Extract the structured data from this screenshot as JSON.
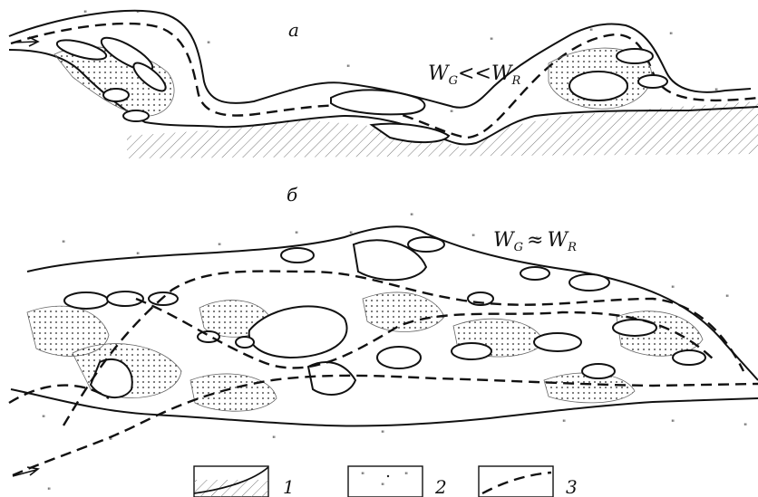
{
  "panel_a": {
    "label": "а",
    "formula_main": "W",
    "formula_sub_left": "G",
    "formula_rel": "<<",
    "formula_main2": "W",
    "formula_sub_right": "R"
  },
  "panel_b": {
    "label": "б",
    "formula_main": "W",
    "formula_sub_left": "G",
    "formula_rel": "≈",
    "formula_main2": "W",
    "formula_sub_right": "R"
  },
  "legend": [
    {
      "number": "1",
      "symbol": "bank-hatch-icon"
    },
    {
      "number": "2",
      "symbol": "meadow-sand-icon"
    },
    {
      "number": "3",
      "symbol": "channel-dash-icon"
    }
  ]
}
